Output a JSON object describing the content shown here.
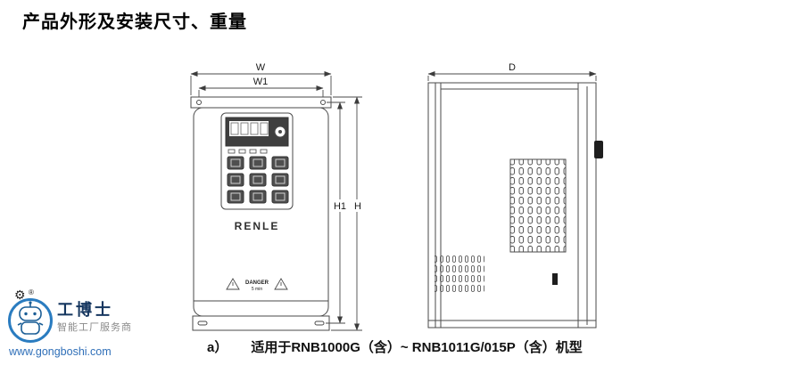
{
  "page": {
    "title": "产品外形及安装尺寸、重量",
    "caption_index": "a）",
    "caption_text": "适用于RNB1000G（含）~ RNB1011G/015P（含）机型"
  },
  "front_view": {
    "brand": "RENLE",
    "danger_text": "DANGER",
    "danger_sub": "5 min",
    "dim_w": "W",
    "dim_w1": "W1",
    "dim_h1": "H1",
    "dim_h": "H"
  },
  "side_view": {
    "dim_d": "D"
  },
  "watermark": {
    "brand": "工博士",
    "registered": "®",
    "tagline": "智能工厂服务商",
    "url": "www.gongboshi.com",
    "accent_color": "#2a7cc0"
  },
  "icons": {
    "gear": "⚙"
  }
}
